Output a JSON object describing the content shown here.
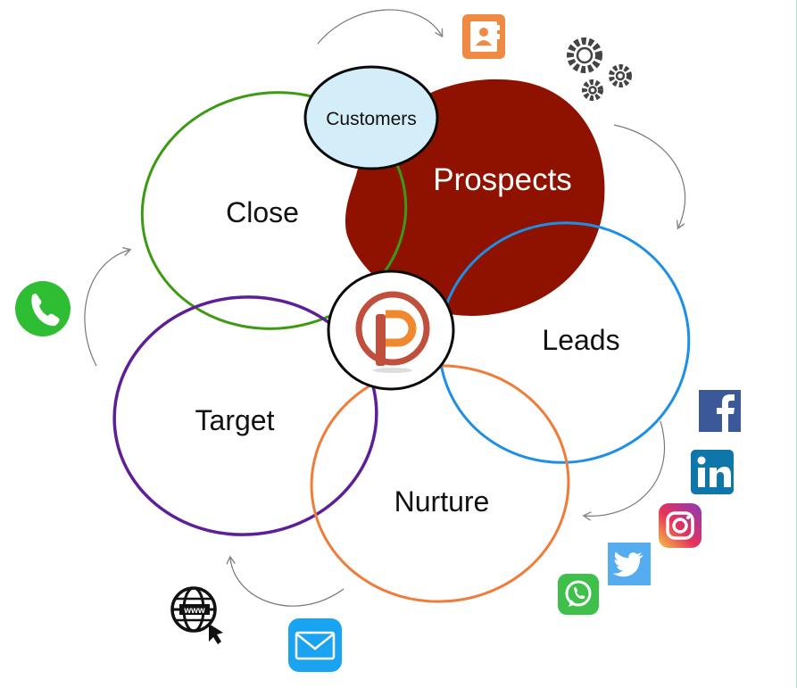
{
  "diagram": {
    "stages": [
      {
        "key": "customers",
        "label": "Customers",
        "color": "#0a0a0a"
      },
      {
        "key": "prospects",
        "label": "Prospects",
        "color": "#8f1200"
      },
      {
        "key": "close",
        "label": "Close",
        "color": "#3c9a13"
      },
      {
        "key": "leads",
        "label": "Leads",
        "color": "#1d8fe6"
      },
      {
        "key": "target",
        "label": "Target",
        "color": "#5e1f96"
      },
      {
        "key": "nurture",
        "label": "Nurture",
        "color": "#f07c3a"
      }
    ],
    "center_logo": {
      "letter": "P",
      "color": "#c0503c",
      "accent": "#f0892e"
    },
    "icons": [
      "contact-book-icon",
      "gears-icon",
      "facebook-icon",
      "linkedin-icon",
      "instagram-icon",
      "twitter-icon",
      "whatsapp-icon",
      "email-icon",
      "www-globe-icon",
      "phone-icon"
    ],
    "icon_colors": {
      "phone": "#2fbe33",
      "facebook": "#3b5998",
      "linkedin": "#0e76a8",
      "twitter": "#55acee",
      "whatsapp": "#3ec04a",
      "email": "#1aa3f0",
      "contact": "#f08a43",
      "gears": "#555555"
    }
  }
}
